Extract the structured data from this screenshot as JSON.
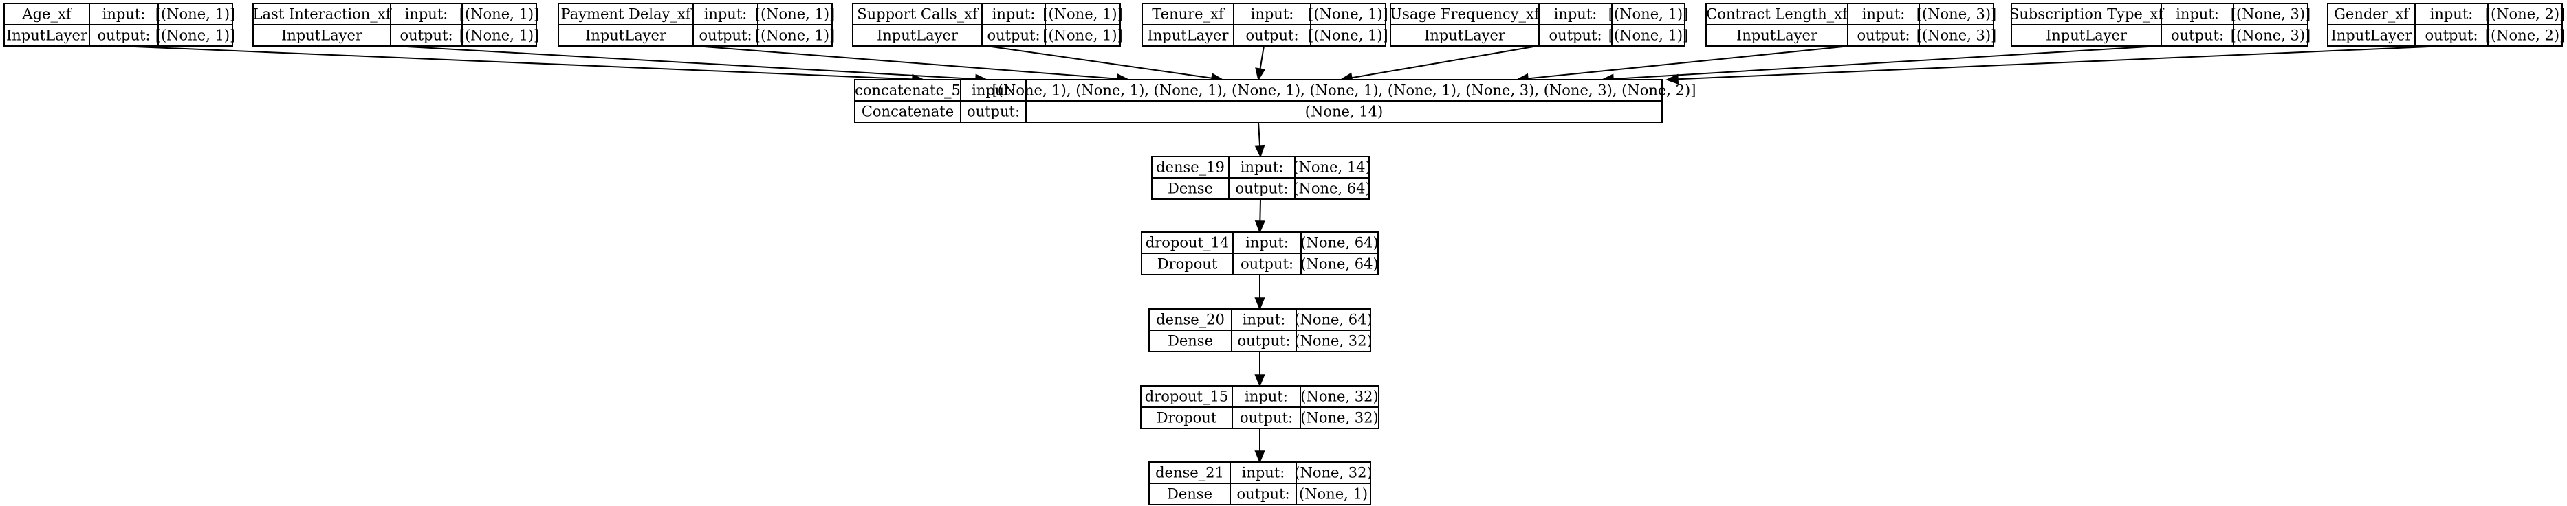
{
  "nodes": [
    {
      "id": "age",
      "name": "Age_xf",
      "type": "InputLayer",
      "input_label": "input:",
      "output_label": "output:",
      "input": "[(None, 1)]",
      "output": "[(None, 1)]"
    },
    {
      "id": "last",
      "name": "Last Interaction_xf",
      "type": "InputLayer",
      "input_label": "input:",
      "output_label": "output:",
      "input": "[(None, 1)]",
      "output": "[(None, 1)]"
    },
    {
      "id": "pay",
      "name": "Payment Delay_xf",
      "type": "InputLayer",
      "input_label": "input:",
      "output_label": "output:",
      "input": "[(None, 1)]",
      "output": "[(None, 1)]"
    },
    {
      "id": "support",
      "name": "Support Calls_xf",
      "type": "InputLayer",
      "input_label": "input:",
      "output_label": "output:",
      "input": "[(None, 1)]",
      "output": "[(None, 1)]"
    },
    {
      "id": "tenure",
      "name": "Tenure_xf",
      "type": "InputLayer",
      "input_label": "input:",
      "output_label": "output:",
      "input": "[(None, 1)]",
      "output": "[(None, 1)]"
    },
    {
      "id": "usage",
      "name": "Usage Frequency_xf",
      "type": "InputLayer",
      "input_label": "input:",
      "output_label": "output:",
      "input": "[(None, 1)]",
      "output": "[(None, 1)]"
    },
    {
      "id": "contract",
      "name": "Contract Length_xf",
      "type": "InputLayer",
      "input_label": "input:",
      "output_label": "output:",
      "input": "[(None, 3)]",
      "output": "[(None, 3)]"
    },
    {
      "id": "sub",
      "name": "Subscription Type_xf",
      "type": "InputLayer",
      "input_label": "input:",
      "output_label": "output:",
      "input": "[(None, 3)]",
      "output": "[(None, 3)]"
    },
    {
      "id": "gender",
      "name": "Gender_xf",
      "type": "InputLayer",
      "input_label": "input:",
      "output_label": "output:",
      "input": "[(None, 2)]",
      "output": "[(None, 2)]"
    },
    {
      "id": "concat",
      "name": "concatenate_5",
      "type": "Concatenate",
      "input_label": "input:",
      "output_label": "output:",
      "input": "[(None, 1), (None, 1), (None, 1), (None, 1), (None, 1), (None, 1), (None, 3), (None, 3), (None, 2)]",
      "output": "(None, 14)"
    },
    {
      "id": "d19",
      "name": "dense_19",
      "type": "Dense",
      "input_label": "input:",
      "output_label": "output:",
      "input": "(None, 14)",
      "output": "(None, 64)"
    },
    {
      "id": "do14",
      "name": "dropout_14",
      "type": "Dropout",
      "input_label": "input:",
      "output_label": "output:",
      "input": "(None, 64)",
      "output": "(None, 64)"
    },
    {
      "id": "d20",
      "name": "dense_20",
      "type": "Dense",
      "input_label": "input:",
      "output_label": "output:",
      "input": "(None, 64)",
      "output": "(None, 32)"
    },
    {
      "id": "do15",
      "name": "dropout_15",
      "type": "Dropout",
      "input_label": "input:",
      "output_label": "output:",
      "input": "(None, 32)",
      "output": "(None, 32)"
    },
    {
      "id": "d21",
      "name": "dense_21",
      "type": "Dense",
      "input_label": "input:",
      "output_label": "output:",
      "input": "(None, 32)",
      "output": "(None, 1)"
    }
  ],
  "edges": [
    [
      "age",
      "concat"
    ],
    [
      "last",
      "concat"
    ],
    [
      "pay",
      "concat"
    ],
    [
      "support",
      "concat"
    ],
    [
      "tenure",
      "concat"
    ],
    [
      "usage",
      "concat"
    ],
    [
      "contract",
      "concat"
    ],
    [
      "sub",
      "concat"
    ],
    [
      "gender",
      "concat"
    ],
    [
      "concat",
      "d19"
    ],
    [
      "d19",
      "do14"
    ],
    [
      "do14",
      "d20"
    ],
    [
      "d20",
      "do15"
    ],
    [
      "do15",
      "d21"
    ]
  ]
}
